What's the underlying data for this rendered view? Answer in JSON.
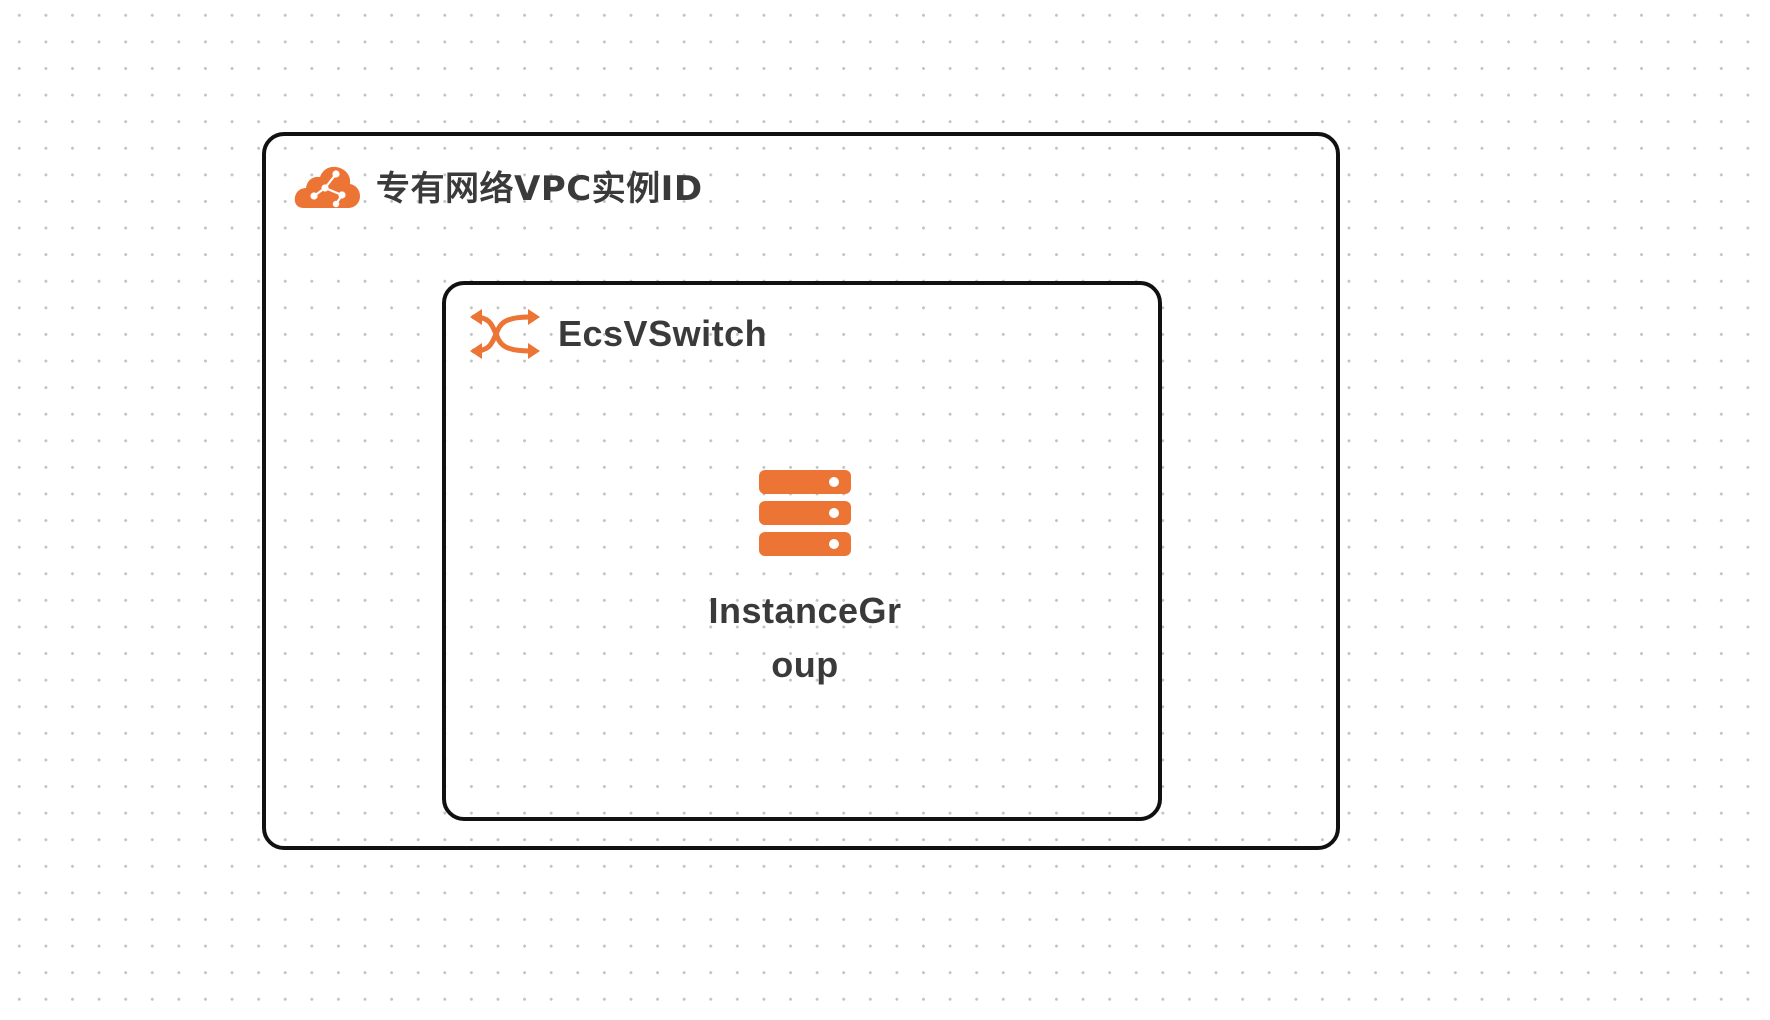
{
  "colors": {
    "accent": "#ec7434",
    "border": "#111111",
    "text": "#3a3a3a",
    "canvas_dots": "#c2c2c2"
  },
  "vpc": {
    "label": "专有网络VPC实例ID",
    "icon": "cloud-network-icon"
  },
  "vswitch": {
    "label": "EcsVSwitch",
    "icon": "shuffle-switch-icon"
  },
  "instance_group": {
    "label": "InstanceGroup",
    "icon": "server-stack-icon"
  }
}
